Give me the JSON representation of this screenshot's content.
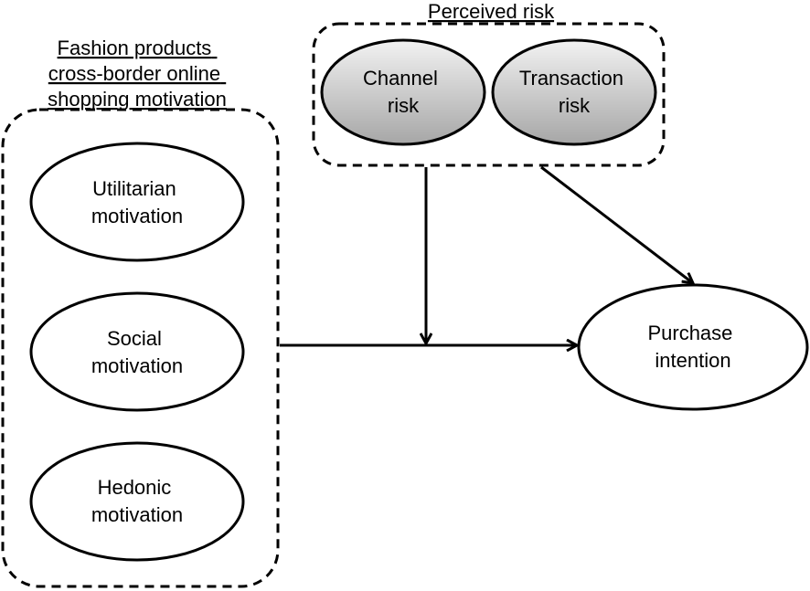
{
  "groups": {
    "motivation": {
      "title_lines": [
        "Fashion products",
        "cross-border online",
        "shopping motivation"
      ]
    },
    "perceived_risk": {
      "title": "Perceived risk"
    }
  },
  "nodes": {
    "utilitarian": {
      "lines": [
        "Utilitarian",
        "motivation"
      ]
    },
    "social": {
      "lines": [
        "Social",
        "motivation"
      ]
    },
    "hedonic": {
      "lines": [
        "Hedonic",
        "motivation"
      ]
    },
    "channel_risk": {
      "lines": [
        "Channel",
        "risk"
      ]
    },
    "transaction_risk": {
      "lines": [
        "Transaction",
        "risk"
      ]
    },
    "purchase_intention": {
      "lines": [
        "Purchase",
        "intention"
      ]
    }
  },
  "edges": [
    {
      "from": "motivation-group",
      "to": "purchase_intention"
    },
    {
      "from": "perceived_risk-group",
      "to": "motivation-to-intention-path"
    },
    {
      "from": "perceived_risk-group",
      "to": "purchase_intention"
    }
  ],
  "colors": {
    "line": "#000000",
    "node_fill": "#ffffff",
    "risk_node_gradient_light": "#f2f2f2",
    "risk_node_gradient_dark": "#a6a6a6"
  }
}
